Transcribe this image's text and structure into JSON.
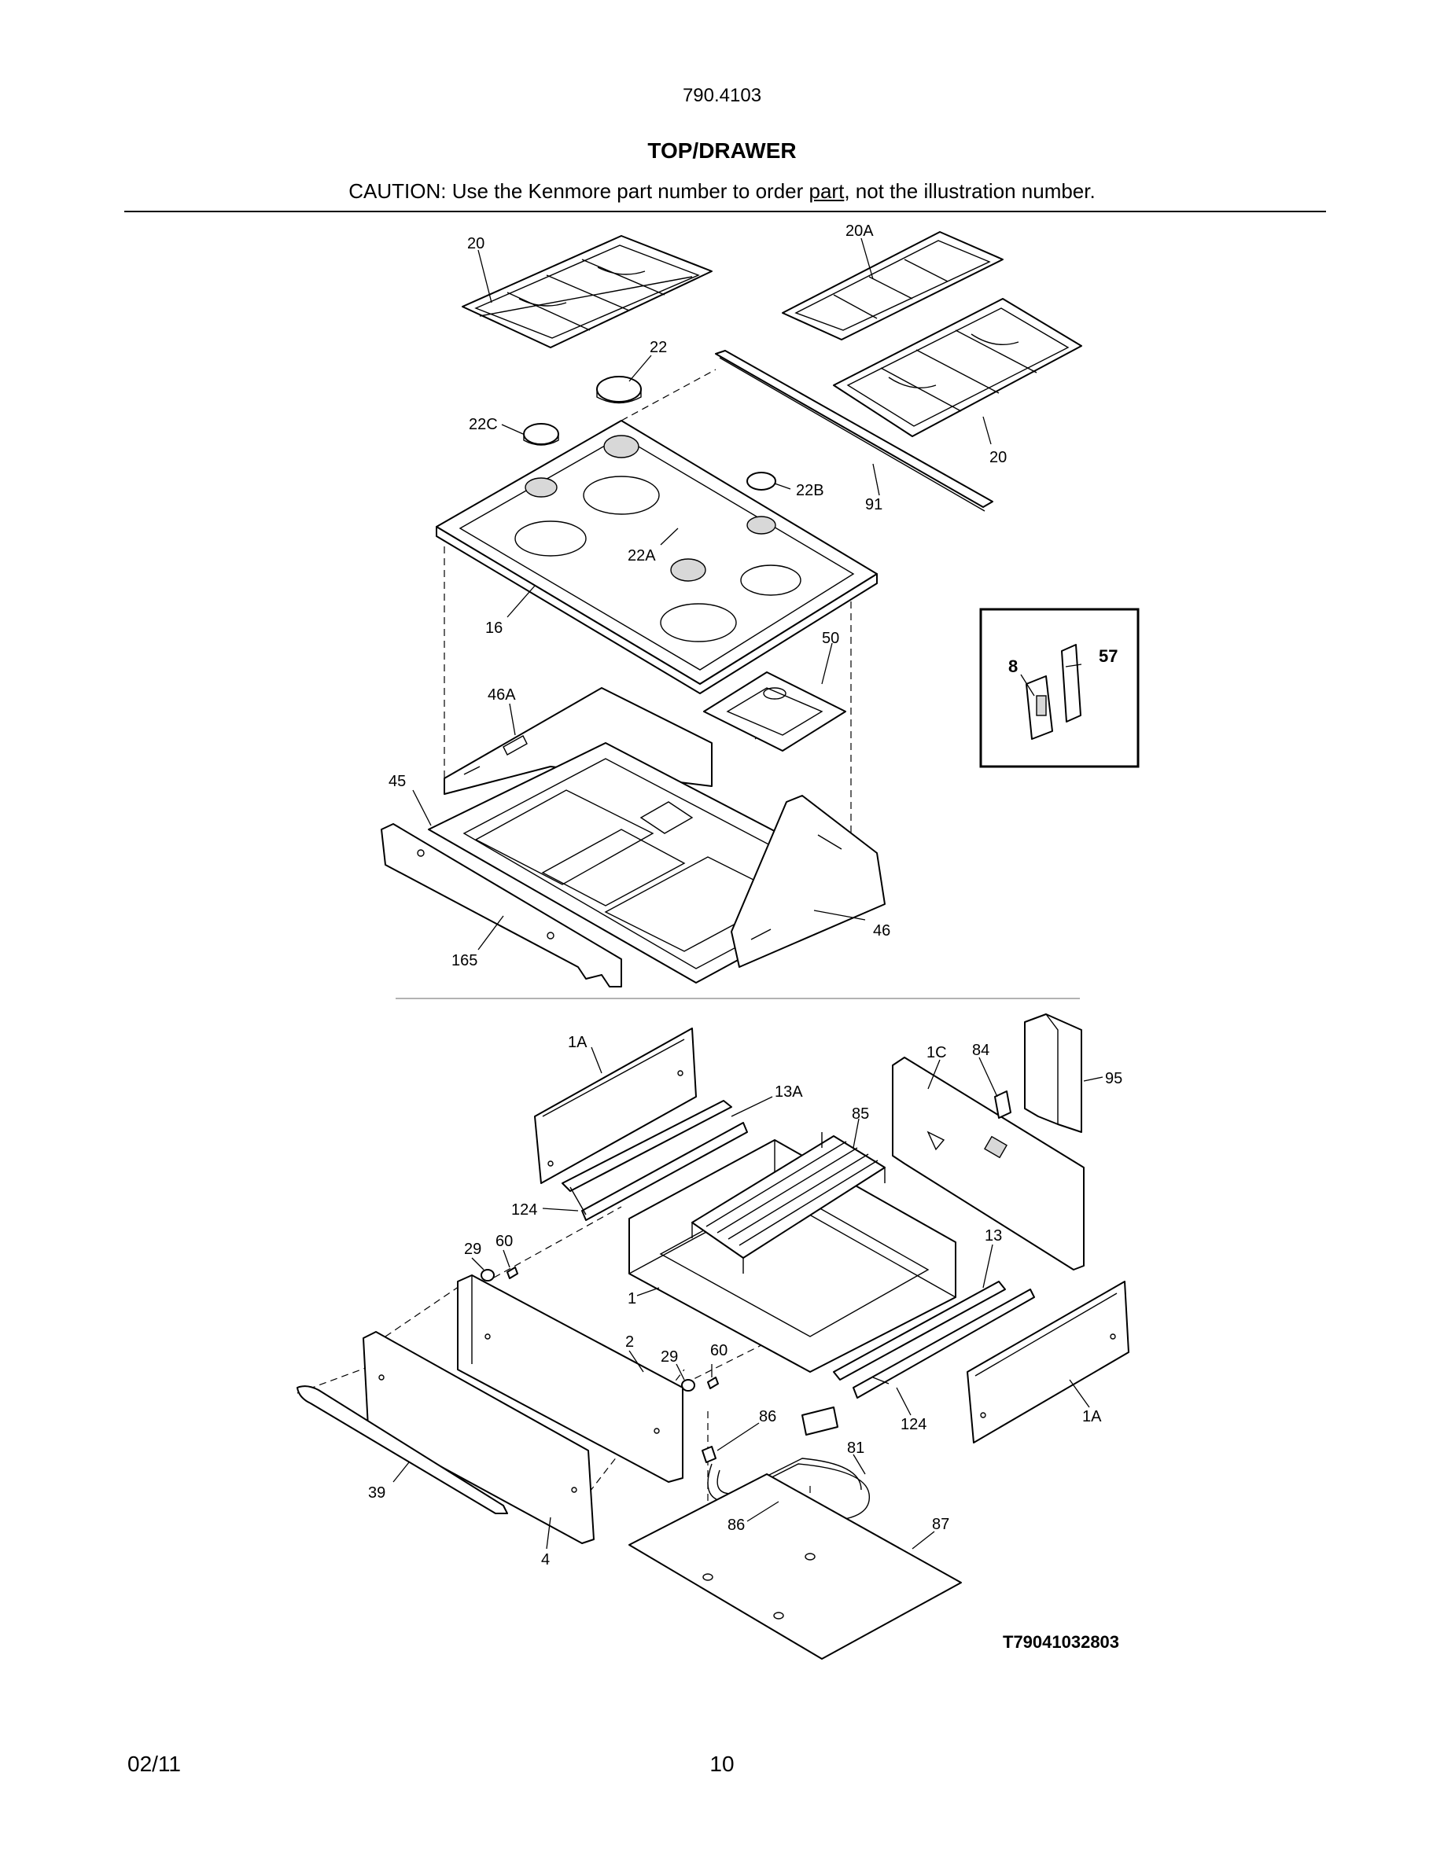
{
  "header": {
    "model_number": "790.4103",
    "section_title": "TOP/DRAWER",
    "caution_before": "CAUTION: Use the Kenmore part number to order ",
    "caution_underlined": "part",
    "caution_after": ", not the illustration number."
  },
  "callouts": {
    "grate_left": "20",
    "grate_center": "20A",
    "grate_right": "20",
    "cap_large_rear": "22",
    "cap_left_rear": "22C",
    "cap_right_rear": "22B",
    "cap_center": "22A",
    "trim_strip": "91",
    "cooktop": "16",
    "burner_box": "50",
    "inset_igniter": "8",
    "inset_bracket": "57",
    "side_rail_left": "46A",
    "base_pan": "45",
    "side_rail_right": "46",
    "front_rail": "165",
    "drawer_side_left": "1A",
    "slide_left": "13A",
    "slide_left_rail": "124",
    "rack": "85",
    "back_panel": "1C",
    "sensor": "84",
    "cover": "95",
    "drawer_body": "1",
    "knob_left": "29",
    "screw_left": "60",
    "drawer_front": "2",
    "knob_right": "29",
    "screw_right": "60",
    "slide_right": "13",
    "slide_right_rail": "124",
    "drawer_side_right": "1A",
    "handle": "39",
    "panel": "4",
    "clip_top": "86",
    "clip_bottom": "86",
    "element": "81",
    "bottom_plate": "87"
  },
  "diagram_code": "T79041032803",
  "footer": {
    "date": "02/11",
    "page_number": "10"
  }
}
